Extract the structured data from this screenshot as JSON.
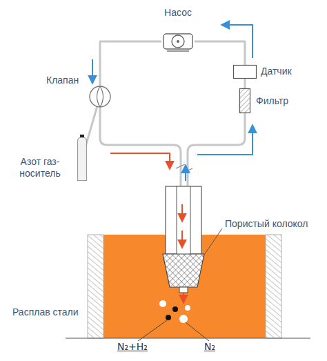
{
  "diagram": {
    "nodes": [
      {
        "text": [
          "Насос"
        ]
      },
      {
        "text": [
          "Датчик"
        ]
      },
      {
        "text": [
          "Фильтр"
        ]
      },
      {
        "text": [
          "Клапан"
        ]
      },
      {
        "text": [
          "Азот газ-носитель"
        ]
      }
    ],
    "edges": [
      {
        "from": 0,
        "to": 3,
        "arrow": "none"
      },
      {
        "from": 1,
        "to": 0,
        "arrow": "none"
      },
      {
        "from": 2,
        "to": 1,
        "arrow": "none"
      },
      {
        "from": 4,
        "to": 3,
        "arrow": "none"
      }
    ],
    "labels": [
      "Пористый колокол",
      "Расплав стали",
      "N₂+H₂",
      "N₂"
    ]
  }
}
